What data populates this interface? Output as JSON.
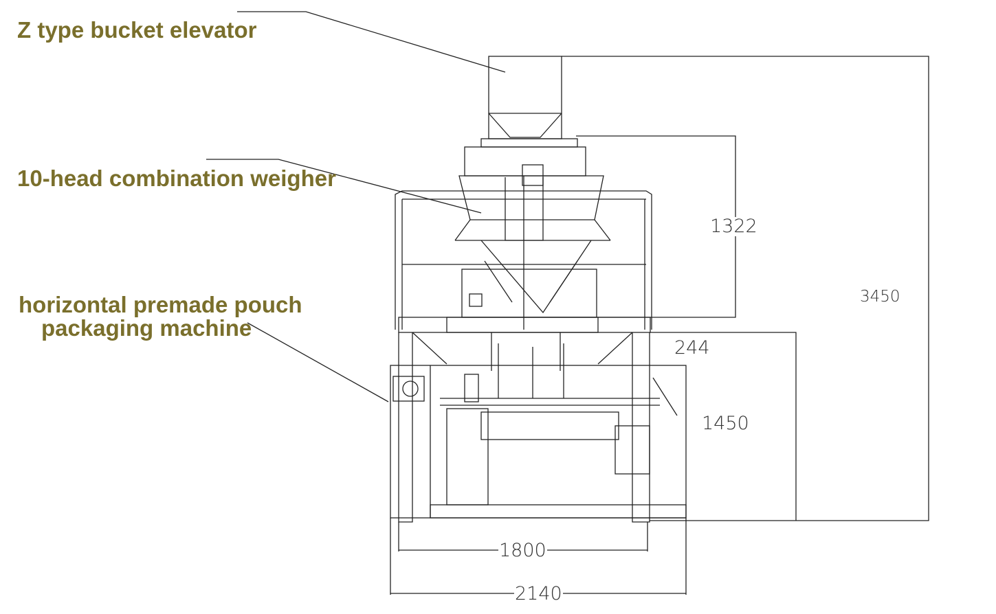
{
  "labels": {
    "elevator": "Z type bucket elevator",
    "weigher": "10-head combination weigher",
    "packager_line1": "horizontal premade pouch",
    "packager_line2": "packaging machine"
  },
  "dimensions": {
    "weigher_height": "1322",
    "total_height": "3450",
    "platform_height": "244",
    "machine_height": "1450",
    "platform_width": "1800",
    "machine_width": "2140"
  },
  "colors": {
    "label": "#7a6f2c",
    "line": "#222222"
  }
}
